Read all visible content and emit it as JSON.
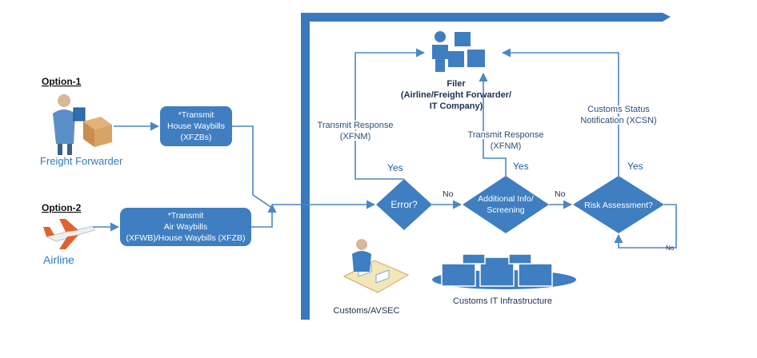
{
  "options": {
    "option1": "Option-1",
    "option2": "Option-2"
  },
  "actors": {
    "freight_forwarder": "Freight Forwarder",
    "airline": "Airline",
    "filer_line1": "Filer",
    "filer_line2": "(Airline/Freight Forwarder/",
    "filer_line3": "IT Company)",
    "customs": "Customs/AVSEC",
    "customs_it": "Customs IT Infrastructure"
  },
  "boxes": {
    "house_waybills": [
      "*Transmit",
      "House Waybills",
      "(XFZBs)"
    ],
    "air_waybills": [
      "*Transmit",
      "Air Waybills",
      "(XFWB)/House Waybills (XFZB)"
    ]
  },
  "decisions": {
    "error": "Error?",
    "additional_info": [
      "Additional Info/",
      "Screening"
    ],
    "risk": "Risk Assessment?"
  },
  "labels": {
    "transmit_response_left": [
      "Transmit Response",
      "(XFNM)"
    ],
    "transmit_response_mid": [
      "Transmit Response",
      "(XFNM)"
    ],
    "customs_status": [
      "Customs Status",
      "Notification (XCSN)"
    ],
    "yes": "Yes",
    "no": "No"
  },
  "colors": {
    "primary": "#3f7ec1",
    "box_fill": "#3f7ec1",
    "arrow": "#4a87c4",
    "frame": "#3a79bd",
    "text_blue": "#2e7bc0"
  }
}
